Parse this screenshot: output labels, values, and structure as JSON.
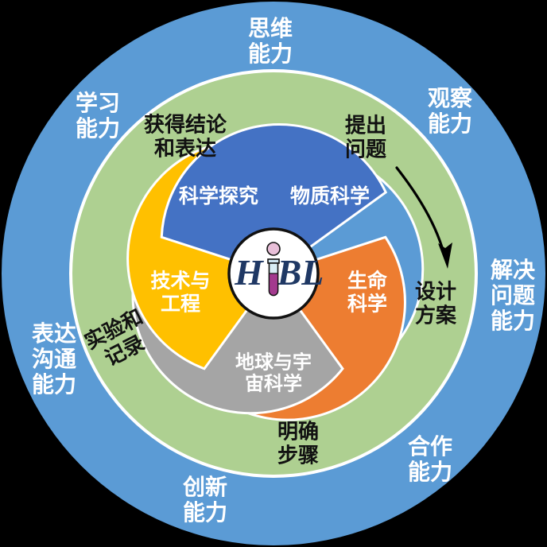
{
  "diagram": {
    "title": "HiBL",
    "center": {
      "logo_text_left": "H",
      "logo_icon": "test-tube-icon",
      "logo_text_right": "BL",
      "full_label": "HiBL"
    },
    "colors": {
      "background": "#000000",
      "outer_ring": "#5B9BD5",
      "middle_ring": "#AED091",
      "separator": "#FFFFFF",
      "segment_physical_science": "#5B9BD5",
      "segment_life_science": "#ED7D31",
      "segment_earth_space_science": "#A5A5A5",
      "segment_technology_engineering": "#FFC000",
      "segment_scientific_inquiry": "#4472C4",
      "center_circle": "#FFFFFF",
      "center_outline": "#111111",
      "logo_ink": "#1F3864",
      "tube_liquid": "#A33A8E",
      "tube_glass": "#D9EEF5",
      "tube_bubble": "#E8BFD8",
      "outer_ring_text": "#FFFFFF",
      "middle_ring_text": "#111111",
      "segment_text": "#FFFFFF",
      "arrow": "#000000"
    },
    "inner_segments": [
      {
        "id": "physical-science",
        "label": "物质科学",
        "color": "#5B9BD5"
      },
      {
        "id": "life-science",
        "label": "生命\n科学",
        "color": "#ED7D31"
      },
      {
        "id": "earth-space-science",
        "label": "地球与宇\n宙科学",
        "color": "#A5A5A5"
      },
      {
        "id": "technology-engineering",
        "label": "技术与\n工程",
        "color": "#FFC000"
      },
      {
        "id": "scientific-inquiry",
        "label": "科学探究",
        "color": "#4472C4"
      }
    ],
    "middle_ring_steps": [
      {
        "id": "raise-question",
        "label": "提出\n问题"
      },
      {
        "id": "design-plan",
        "label": "设计\n方案"
      },
      {
        "id": "clarify-steps",
        "label": "明确\n步骤"
      },
      {
        "id": "experiment-record",
        "label": "实验和\n记录"
      },
      {
        "id": "conclude-express",
        "label": "获得结论\n和表达"
      }
    ],
    "outer_ring_abilities": [
      {
        "id": "thinking",
        "label": "思维\n能力"
      },
      {
        "id": "observation",
        "label": "观察\n能力"
      },
      {
        "id": "problem-solving",
        "label": "解决\n问题\n能力"
      },
      {
        "id": "cooperation",
        "label": "合作\n能力"
      },
      {
        "id": "innovation",
        "label": "创新\n能力"
      },
      {
        "id": "expression",
        "label": "表达\n沟通\n能力"
      },
      {
        "id": "learning",
        "label": "学习\n能力"
      }
    ],
    "arrow": {
      "id": "flow-arrow",
      "direction": "clockwise"
    }
  }
}
